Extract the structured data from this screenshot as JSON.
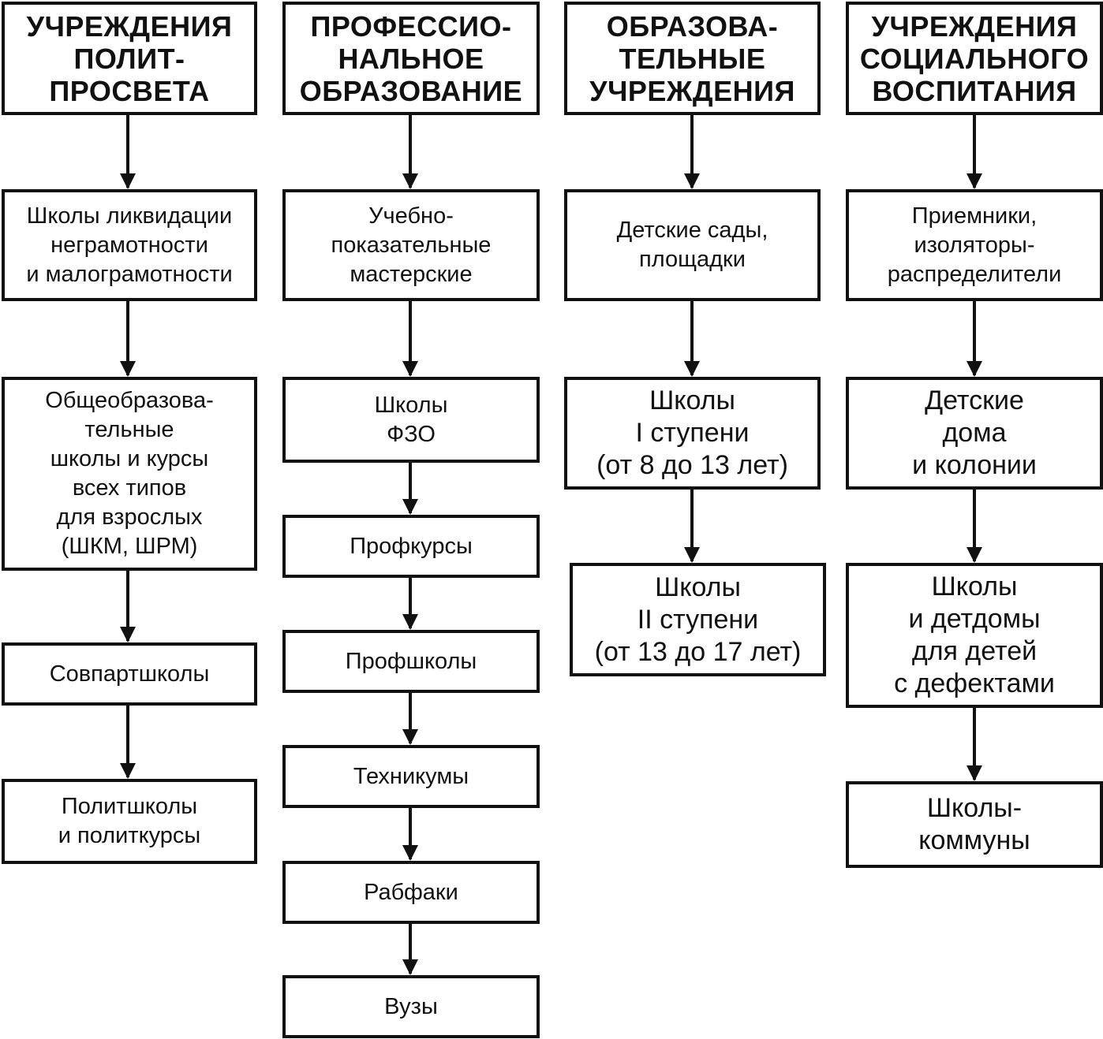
{
  "columns": [
    {
      "header": "УЧРЕЖДЕНИЯ\nПОЛИТ-\nПРОСВЕТА",
      "items": [
        "Школы ликвидации\nнеграмотности\nи малограмотности",
        "Общеобразова-\nтельные\nшколы и курсы\nвсех  типов\nдля взрослых\n(ШКМ, ШРМ)",
        "Совпартшколы",
        "Политшколы\nи политкурсы"
      ]
    },
    {
      "header": "ПРОФЕССИО-\nНАЛЬНОЕ\nОБРАЗОВАНИЕ",
      "items": [
        "Учебно-\nпоказательные\nмастерские",
        "Школы\nФЗО",
        "Профкурсы",
        "Профшколы",
        "Техникумы",
        "Рабфаки",
        "Вузы"
      ]
    },
    {
      "header": "ОБРАЗОВА-\nТЕЛЬНЫЕ\nУЧРЕЖДЕНИЯ",
      "items": [
        "Детские сады,\nплощадки",
        "Школы\nI ступени\n(от 8 до 13 лет)",
        "Школы\nII ступени\n(от 13 до 17 лет)"
      ]
    },
    {
      "header": "УЧРЕЖДЕНИЯ\nСОЦИАЛЬНОГО\nВОСПИТАНИЯ",
      "items": [
        "Приемники,\nизоляторы-\nраспределители",
        "Детские\nдома\nи колонии",
        "Школы\nи детдомы\nдля детей\nс дефектами",
        "Школы-\nкоммуны"
      ]
    }
  ]
}
